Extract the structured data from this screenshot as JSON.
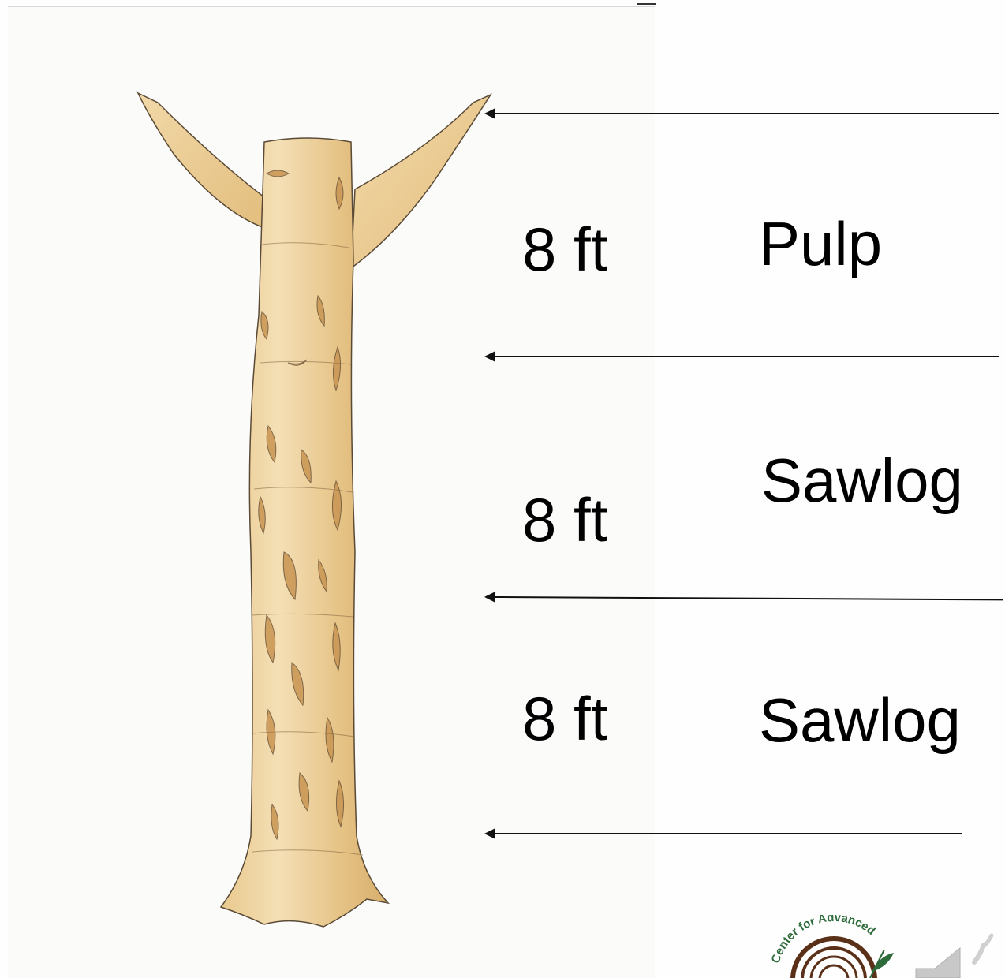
{
  "segments": [
    {
      "length_label": "8 ft",
      "product_label": "Pulp"
    },
    {
      "length_label": "8 ft",
      "product_label": "Sawlog"
    },
    {
      "length_label": "8 ft",
      "product_label": "Sawlog"
    }
  ],
  "logo": {
    "arc_text": "Center for Advanced"
  },
  "colors": {
    "bark_light": "#f3dcae",
    "bark_mid": "#e2bc7c",
    "bark_dark": "#c4954f",
    "outline": "#5a4a36",
    "logo_brown": "#5a3018",
    "logo_green": "#2e6b3a",
    "speaker_gray": "#c8c8c8"
  },
  "icons": [
    "tree-trunk-illustration",
    "speaker-icon",
    "center-logo"
  ]
}
